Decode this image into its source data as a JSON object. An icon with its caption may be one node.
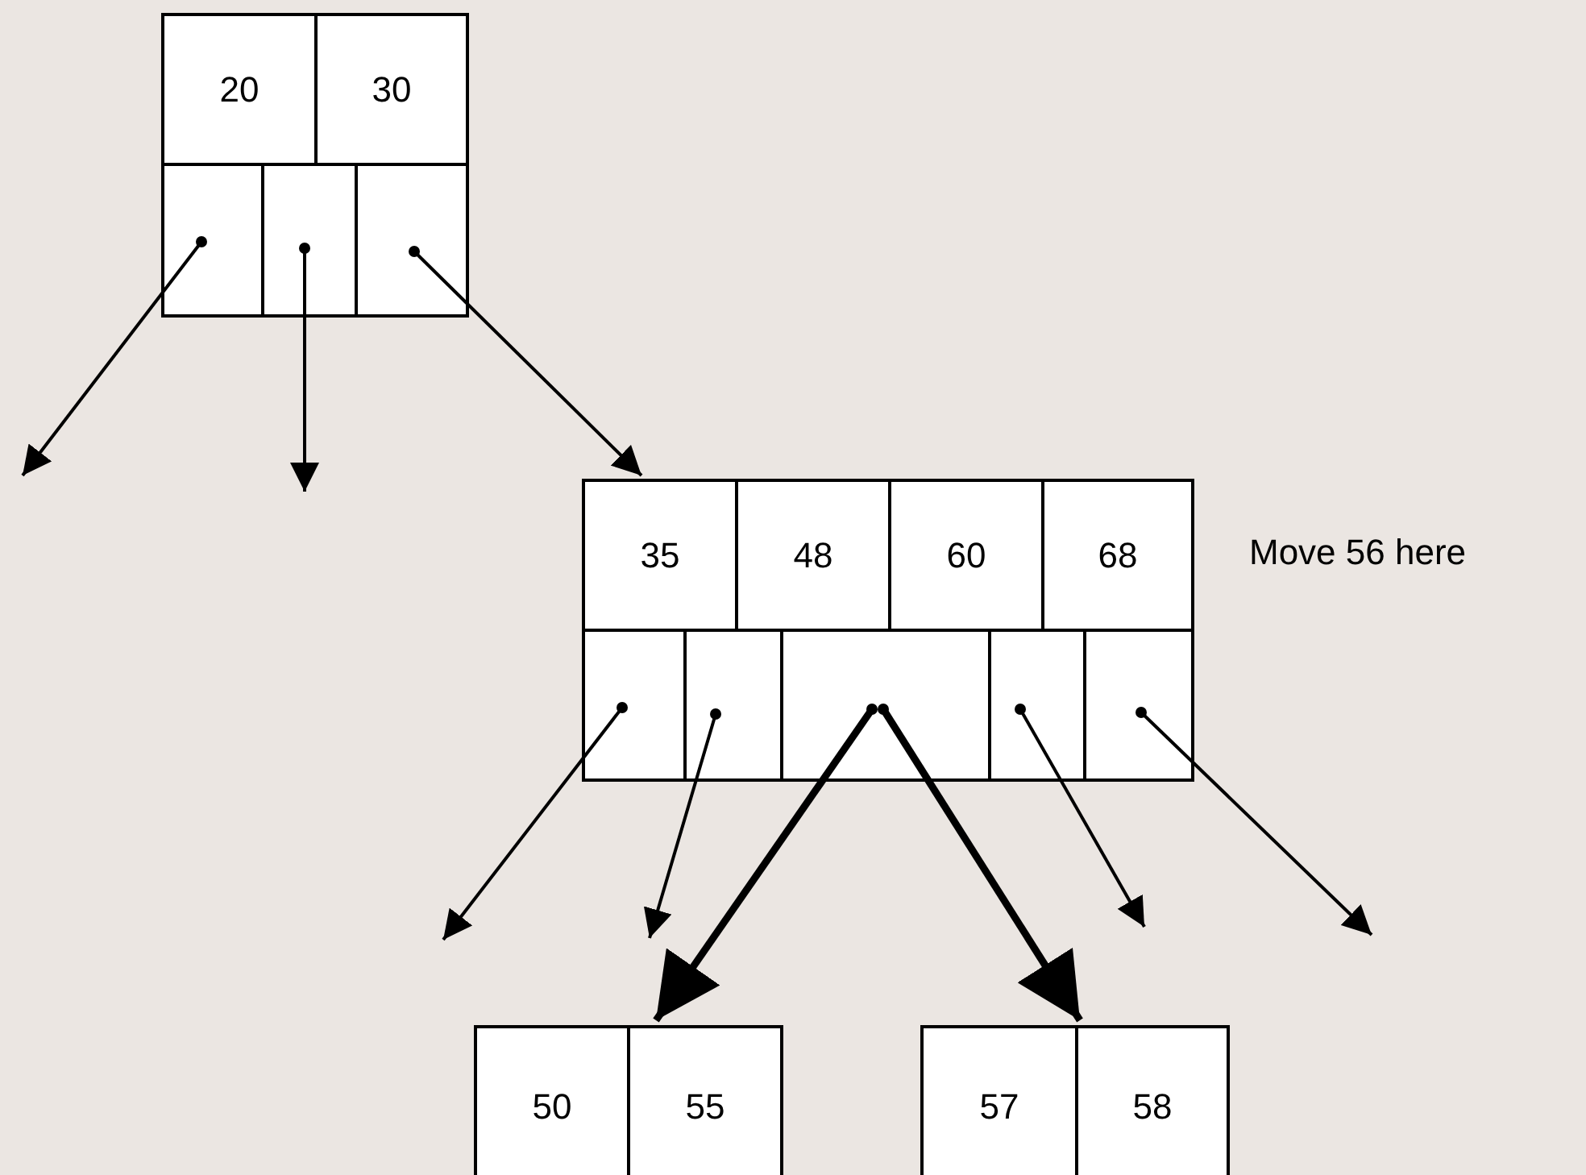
{
  "diagram": {
    "nodes": [
      {
        "text": [],
        "shape": "box"
      },
      {
        "text": [
          "20"
        ],
        "in": 0
      },
      {
        "text": [
          "30"
        ],
        "in": 0
      },
      {
        "text": [],
        "shape": "box",
        "in": 0
      },
      {
        "text": [],
        "shape": "box",
        "in": 0
      },
      {
        "text": [],
        "shape": "box",
        "in": 0
      },
      {
        "text": [],
        "shape": "box"
      },
      {
        "text": [
          "35"
        ],
        "in": 6
      },
      {
        "text": [
          "48"
        ],
        "in": 6
      },
      {
        "text": [
          "60"
        ],
        "in": 6
      },
      {
        "text": [
          "68"
        ],
        "in": 6
      },
      {
        "text": [],
        "shape": "box",
        "in": 6
      },
      {
        "text": [],
        "shape": "box",
        "in": 6
      },
      {
        "text": [],
        "shape": "box",
        "in": 6
      },
      {
        "text": [],
        "shape": "box",
        "in": 6
      },
      {
        "text": [],
        "shape": "box",
        "in": 6
      },
      {
        "text": [],
        "shape": "box"
      },
      {
        "text": [
          "50"
        ],
        "in": 16
      },
      {
        "text": [
          "55"
        ],
        "in": 16
      },
      {
        "text": [],
        "shape": "box"
      },
      {
        "text": [
          "57"
        ],
        "in": 19
      },
      {
        "text": [
          "58"
        ],
        "in": 19
      }
    ],
    "edges": [
      {
        "from": 3,
        "to": null,
        "arrow": "to"
      },
      {
        "from": 4,
        "to": null,
        "arrow": "to"
      },
      {
        "from": 5,
        "to": 6,
        "arrow": "to"
      },
      {
        "from": 11,
        "to": null,
        "arrow": "to"
      },
      {
        "from": 12,
        "to": null,
        "arrow": "to"
      },
      {
        "from": 13,
        "to": 16,
        "arrow": "to",
        "style": "thick"
      },
      {
        "from": 13,
        "to": 19,
        "arrow": "to",
        "style": "thick"
      },
      {
        "from": 14,
        "to": null,
        "arrow": "to"
      },
      {
        "from": 15,
        "to": null,
        "arrow": "to"
      }
    ],
    "labels": [
      "Move 56 here"
    ]
  }
}
